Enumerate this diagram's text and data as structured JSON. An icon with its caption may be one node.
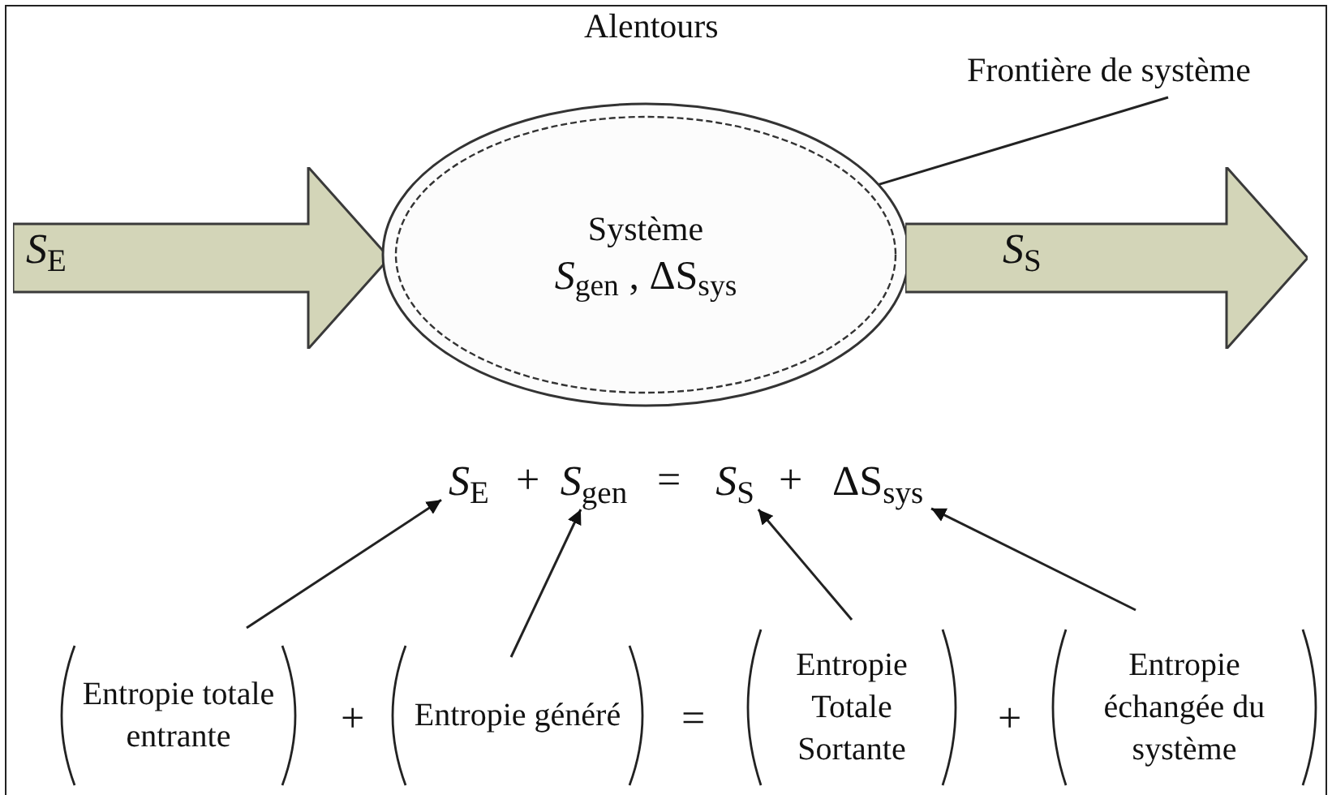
{
  "diagram": {
    "nodes": [
      {
        "text": [
          "*S*$_{E}$"
        ]
      },
      {
        "text": [
          "Système",
          "*S*$_{gen}$ , ΔS$_{sys}$"
        ]
      },
      {
        "text": [
          "*S*$_{S}$"
        ]
      },
      {
        "text": [
          "Frontière de système"
        ]
      },
      {
        "text": [
          "*S*$_{E}$"
        ]
      },
      {
        "text": [
          "*S*$_{gen}$"
        ]
      },
      {
        "text": [
          "*S*$_{S}$"
        ]
      },
      {
        "text": [
          "ΔS$_{sys}$"
        ]
      },
      {
        "text": [
          "Entropie totale entrante"
        ]
      },
      {
        "text": [
          "Entropie généré"
        ]
      },
      {
        "text": [
          "Entropie Totale Sortante"
        ]
      },
      {
        "text": [
          "Entropie échangée du système"
        ]
      }
    ],
    "edges": [
      {
        "from": 3,
        "to": 1,
        "arrow": "none"
      },
      {
        "from": 8,
        "to": 4,
        "arrow": "to"
      },
      {
        "from": 9,
        "to": 5,
        "arrow": "to"
      },
      {
        "from": 10,
        "to": 6,
        "arrow": "to"
      },
      {
        "from": 11,
        "to": 7,
        "arrow": "to"
      }
    ],
    "labels": [
      "Alentours",
      "+",
      "=",
      "+",
      "+",
      "=",
      "+"
    ]
  }
}
